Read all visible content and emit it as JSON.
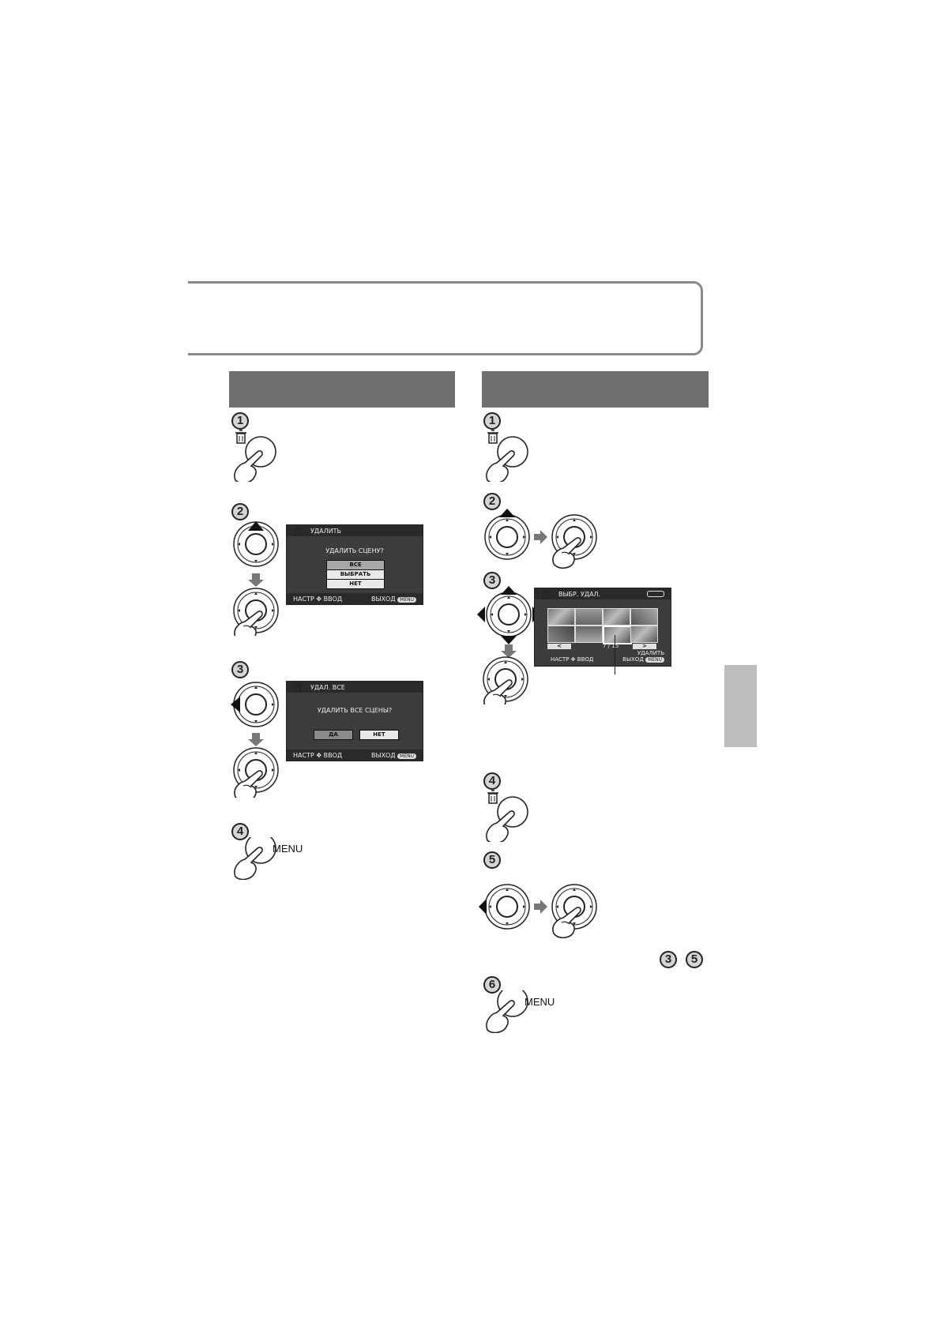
{
  "left_column": {
    "steps": [
      {
        "number": "1"
      },
      {
        "number": "2"
      },
      {
        "number": "3"
      },
      {
        "number": "4",
        "button_label": "MENU"
      }
    ],
    "screen_delete": {
      "title": "УДАЛИТЬ",
      "question": "УДАЛИТЬ СЦЕНУ?",
      "options": [
        "ВСЕ",
        "ВЫБРАТЬ",
        "НЕТ"
      ],
      "footer_left": "НАСТР",
      "footer_enter": "ВВОД",
      "footer_exit": "ВЫХОД",
      "menu_badge": "MENU"
    },
    "screen_delete_all": {
      "title": "УДАЛ. ВСЕ",
      "question": "УДАЛИТЬ ВСЕ СЦЕНЫ?",
      "yes": "ДА",
      "no": "НЕТ",
      "footer_left": "НАСТР",
      "footer_enter": "ВВОД",
      "footer_exit": "ВЫХОД",
      "menu_badge": "MENU"
    }
  },
  "right_column": {
    "steps": [
      {
        "number": "1"
      },
      {
        "number": "2"
      },
      {
        "number": "3"
      },
      {
        "number": "4"
      },
      {
        "number": "5"
      },
      {
        "number": "6",
        "button_label": "MENU"
      }
    ],
    "repeat_range": {
      "from": "3",
      "to": "5"
    },
    "screen_select": {
      "title": "ВЫБР. УДАЛ.",
      "counter": "7 / 15",
      "prev": "<",
      "next": ">",
      "delete_label": "УДАЛИТЬ",
      "footer_left": "НАСТР",
      "footer_enter": "ВВОД",
      "footer_exit": "ВЫХОД",
      "menu_badge": "MENU"
    }
  },
  "colors": {
    "header_gray": "#6e6e6e",
    "side_tab": "#bdbdbd",
    "screen_bg": "#3c3c3c"
  }
}
